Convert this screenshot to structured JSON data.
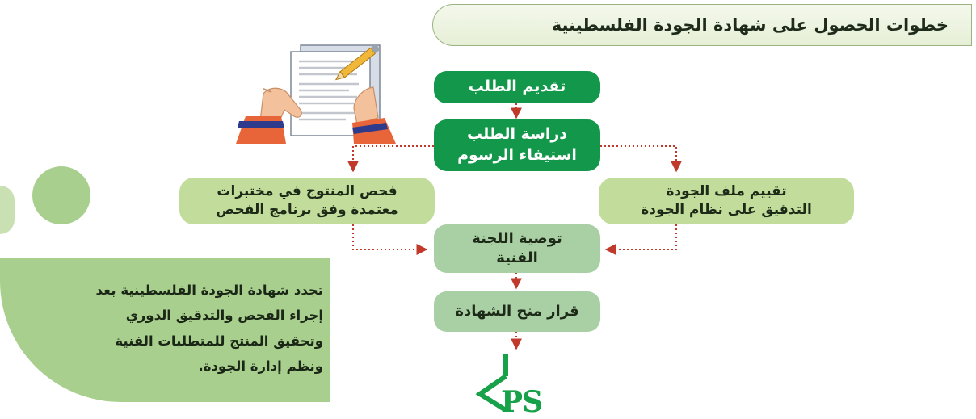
{
  "title": "خطوات الحصول على شهادة الجودة الفلسطينية",
  "steps": {
    "submit": "تقديم الطلب",
    "study_line1": "دراسة الطلب",
    "study_line2": "استيفاء الرسوم",
    "left_line1": "فحص المنتوج في مختبرات",
    "left_line2": "معتمدة وفق برنامج الفحص",
    "right_line1": "تقييم ملف الجودة",
    "right_line2": "التدقيق على نظام الجودة",
    "committee_line1": "توصية اللجنة",
    "committee_line2": "الفنية",
    "decision": "قرار منح الشهادة"
  },
  "note": {
    "line1": "تجدد شهادة الجودة الفلسطينية بعد",
    "line2": "إجراء الفحص والتدقيق الدوري",
    "line3": "وتحقيق المنتج للمتطلبات الفنية",
    "line4": "ونظم إدارة الجودة."
  },
  "logo_text": "PS",
  "colors": {
    "dark_green": "#13984b",
    "light_green": "#c2dc9c",
    "mid_green": "#a9cfa4",
    "arrow_red": "#c0392b",
    "logo_green": "#17a148"
  },
  "icons": [
    "document-with-pen-illustration",
    "ps-quality-mark-logo"
  ]
}
